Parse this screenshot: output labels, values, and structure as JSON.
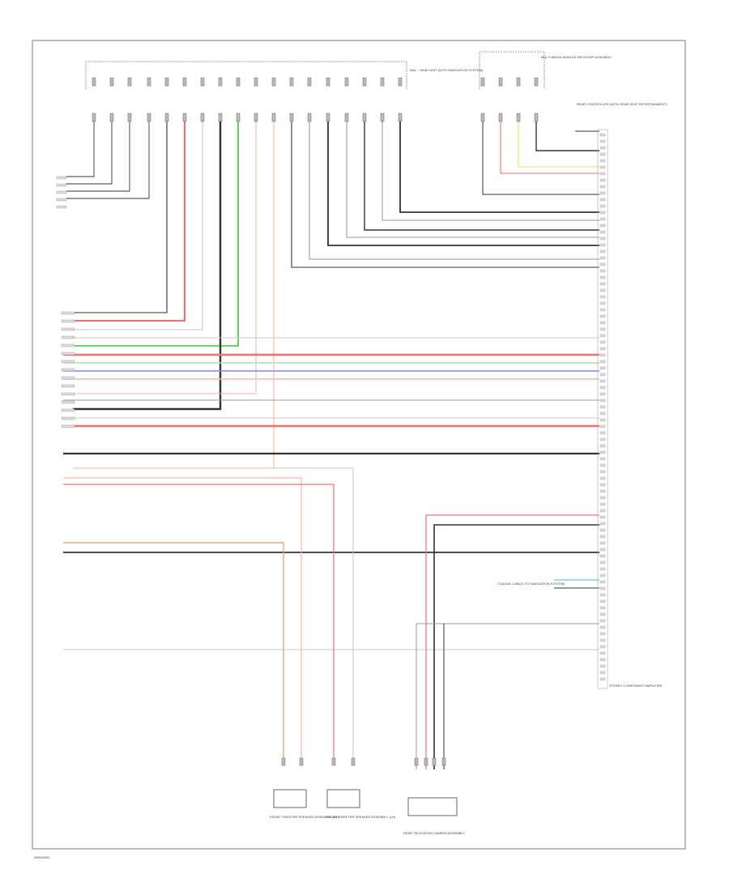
{
  "diagram": {
    "footer_code": "W0000000",
    "colors": {
      "red": "#ff6a6a",
      "pink": "#ffb0b0",
      "green": "#33cc33",
      "lightgreen": "#a6e6a6",
      "blue": "#8080ff",
      "black": "#333333",
      "gray": "#9a9a9a",
      "lightgray": "#c8c8c8",
      "yellow": "#e6e64d",
      "tan": "#d8b070",
      "cyan": "#66cccc"
    },
    "components": {
      "top_left_connector": "NAV... HEAD UNIT (WITH NAVIGATION SYSTEM)",
      "top_right_connector": "MULTI-MEDIA MODULE RECEIVER ASSEMBLY",
      "right_module_top": "REAR CONTROLLER (WITH REAR SEAT ENTERTAINMENT)",
      "right_module_bottom": "STEREO COMPONENT AMPLIFIER",
      "speaker_a": "FRONT TWEETER SPEAKER ASSEMBLY (RH)",
      "speaker_b": "FRONT TWEETER SPEAKER ASSEMBLY (LH)",
      "speaker_c": "REAR TELEVISION CAMERA ASSEMBLY",
      "side_note": "COAXIAL CABLE (TO NAVIGATION SYSTEM)"
    }
  }
}
